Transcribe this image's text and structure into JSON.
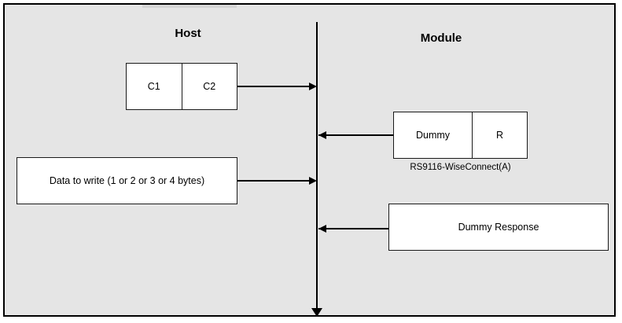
{
  "diagram": {
    "background_color": "#e5e5e5",
    "border_color": "#000000",
    "box_fill_color": "#ffffff",
    "line_color": "#000000",
    "lanes": {
      "left": {
        "title": "Host"
      },
      "right": {
        "title": "Module"
      }
    },
    "lifeline": {
      "name": "vertical-time-axis",
      "direction": "downward"
    },
    "messages": [
      {
        "id": "c1-c2-command",
        "direction": "host-to-module",
        "cells": [
          "C1",
          "C2"
        ],
        "caption": ""
      },
      {
        "id": "dummy-r-response",
        "direction": "module-to-host",
        "cells": [
          "Dummy",
          "R"
        ],
        "caption": "RS9116-WiseConnect(A)"
      },
      {
        "id": "data-to-write",
        "direction": "host-to-module",
        "cells": [
          "Data to write (1 or 2 or 3 or 4 bytes)"
        ],
        "caption": ""
      },
      {
        "id": "dummy-response",
        "direction": "module-to-host",
        "cells": [
          "Dummy Response"
        ],
        "caption": ""
      }
    ]
  }
}
